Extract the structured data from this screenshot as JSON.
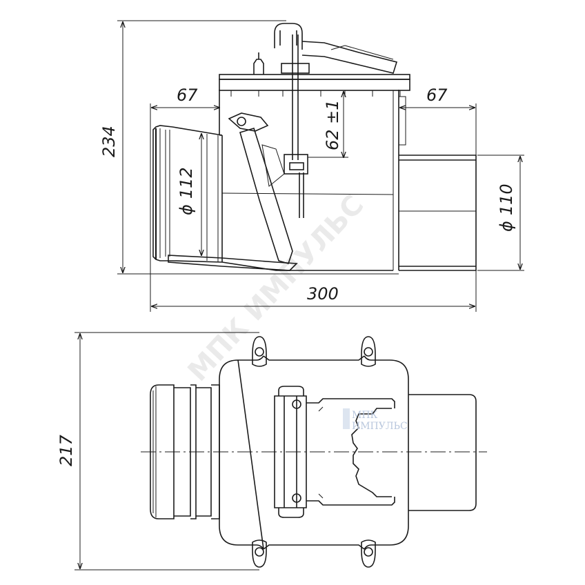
{
  "watermark": "МПК ИМПУЛЬС",
  "logo": {
    "line1": "МПК",
    "line2": "ИМПУЛЬС",
    "color": "#b9c7dd"
  },
  "dimensions": {
    "height_side": "234",
    "length_total": "300",
    "inlet_length": "67",
    "outlet_length": "67",
    "handle_height": "62 ±1",
    "inlet_diameter": "112",
    "outlet_diameter": "110",
    "width_plan": "217",
    "diameter_symbol": "ϕ"
  },
  "colors": {
    "line": "#1a1a1a",
    "background": "#ffffff"
  }
}
